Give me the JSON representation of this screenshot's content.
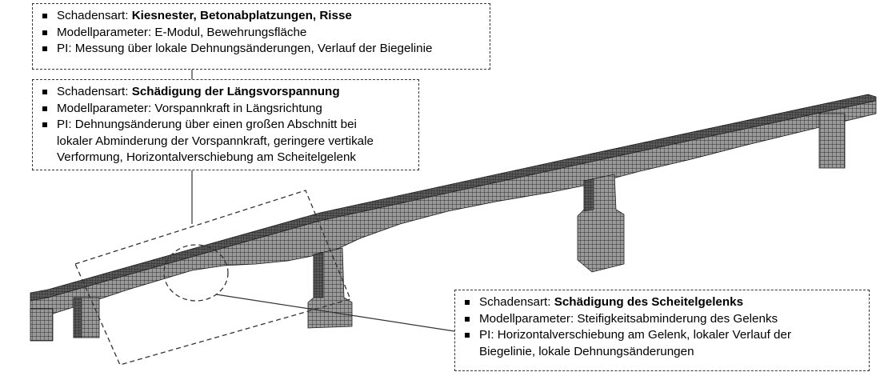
{
  "callouts": [
    {
      "damage_label": "Schadensart: ",
      "damage_type": "Kiesnester, Betonabplatzungen, Risse",
      "model_parameter": "Modellparameter: E-Modul, Bewehrungsfläche",
      "pi": "PI: Messung über lokale Dehnungsänderungen, Verlauf der Biegelinie"
    },
    {
      "damage_label": "Schadensart: ",
      "damage_type": "Schädigung der Längsvorspannung",
      "model_parameter": "Modellparameter: Vorspannkraft in Längsrichtung",
      "pi_lines": [
        "PI: Dehnungsänderung über einen großen Abschnitt bei",
        "lokaler Abminderung der Vorspannkraft, geringere vertikale",
        "Verformung, Horizontalverschiebung am Scheitelgelenk"
      ]
    },
    {
      "damage_label": "Schadensart: ",
      "damage_type": "Schädigung des Scheitelgelenks",
      "model_parameter": "Modellparameter: Steifigkeitsabminderung des Gelenks",
      "pi_lines": [
        "PI: Horizontalverschiebung am Gelenk, lokaler Verlauf der",
        "Biegelinie, lokale Dehnungsänderungen"
      ]
    }
  ],
  "colors": {
    "mesh": "#3a3a3a",
    "mesh_dark": "#1f1f1f",
    "frame": "#333333"
  }
}
